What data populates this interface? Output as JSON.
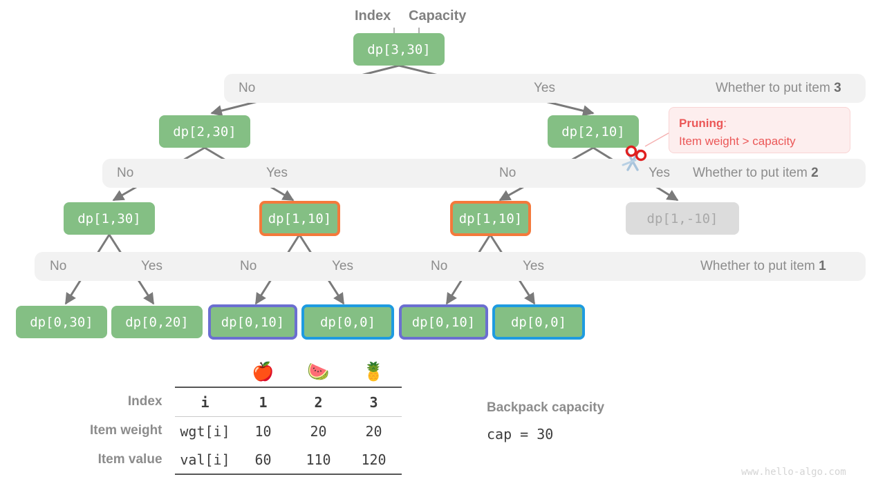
{
  "header": {
    "index_label": "Index",
    "capacity_label": "Capacity"
  },
  "tree": {
    "root": {
      "label": "dp[3,30]"
    },
    "level2": [
      {
        "label": "dp[2,30]"
      },
      {
        "label": "dp[2,10]"
      }
    ],
    "level3": [
      {
        "label": "dp[1,30]"
      },
      {
        "label": "dp[1,10]"
      },
      {
        "label": "dp[1,10]"
      },
      {
        "label": "dp[1,-10]"
      }
    ],
    "level4": [
      {
        "label": "dp[0,30]"
      },
      {
        "label": "dp[0,20]"
      },
      {
        "label": "dp[0,10]"
      },
      {
        "label": "dp[0,0]"
      },
      {
        "label": "dp[0,10]"
      },
      {
        "label": "dp[0,0]"
      }
    ]
  },
  "strips": {
    "item3": {
      "no": "No",
      "yes": "Yes",
      "question_prefix": "Whether to put item ",
      "question_item": "3"
    },
    "item2": {
      "no_left": "No",
      "yes_left": "Yes",
      "no_right": "No",
      "yes_right": "Yes",
      "question_prefix": "Whether to put item ",
      "question_item": "2"
    },
    "item1": {
      "no1": "No",
      "yes1": "Yes",
      "no2": "No",
      "yes2": "Yes",
      "no3": "No",
      "yes3": "Yes",
      "question_prefix": "Whether to put item ",
      "question_item": "1"
    }
  },
  "pruning": {
    "title": "Pruning",
    "colon": ":",
    "text": "Item weight > capacity"
  },
  "table": {
    "emoji": [
      "🍎",
      "🍉",
      "🍍"
    ],
    "rows": [
      {
        "header": "Index",
        "key": "i",
        "values": [
          "1",
          "2",
          "3"
        ]
      },
      {
        "header": "Item weight",
        "key": "wgt[i]",
        "values": [
          "10",
          "20",
          "20"
        ]
      },
      {
        "header": "Item value",
        "key": "val[i]",
        "values": [
          "60",
          "110",
          "120"
        ]
      }
    ]
  },
  "capacity": {
    "title": "Backpack capacity",
    "value": "cap = 30"
  },
  "watermark": "www.hello-algo.com",
  "colors": {
    "node_green": "#84bf84",
    "node_muted": "#dcdcdc",
    "border_orange": "#f4793b",
    "border_purple": "#6b6fd0",
    "border_blue": "#1e9be0",
    "strip_bg": "#f2f2f2",
    "edge": "#7a7a7a",
    "pruning_red": "#eb5757",
    "pruning_bg": "#fdeeee"
  }
}
